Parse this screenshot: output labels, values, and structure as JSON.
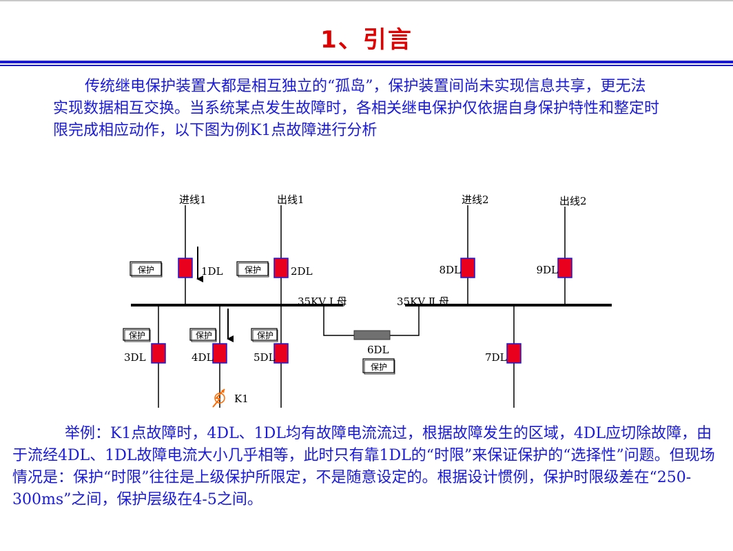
{
  "slide": {
    "title": "1、引言",
    "intro": "传统继电保护装置大都是相互独立的“孤岛”，保护装置间尚未实现信息共享，更无法实现数据相互交换。当系统某点发生故障时，各相关继电保护仅依据自身保护特性和整定时限完成相应动作，以下图为例K1点故障进行分析",
    "example": "举例：K1点故障时，4DL、1DL均有故障电流流过，根据故障发生的区域，4DL应切除故障，由于流经4DL、1DL故障电流大小几乎相等，此时只有靠1DL的“时限”来保证保护的“选择性”问题。但现场情况是：保护“时限”往往是上级保护所限定，不是随意设定的。根据设计惯例，保护时限级差在“250-300ms”之间，保护层级在4-5之间。"
  },
  "diagram": {
    "line_labels": {
      "in1": "进线1",
      "out1": "出线1",
      "in2": "进线2",
      "out2": "出线2"
    },
    "bus_labels": {
      "bus1": "35KV Ⅰ 母",
      "bus2": "35KV Ⅱ 母"
    },
    "breakers": {
      "b1": "1DL",
      "b2": "2DL",
      "b3": "3DL",
      "b4": "4DL",
      "b5": "5DL",
      "b6": "6DL",
      "b7": "7DL",
      "b8": "8DL",
      "b9": "9DL"
    },
    "protection_label": "保护",
    "fault_label": "K1",
    "colors": {
      "breaker": "#e8001c",
      "breaker_border": "#1a1ad6",
      "bus": "#000000",
      "tie": "#707070",
      "fault": "#ff6a00"
    }
  }
}
